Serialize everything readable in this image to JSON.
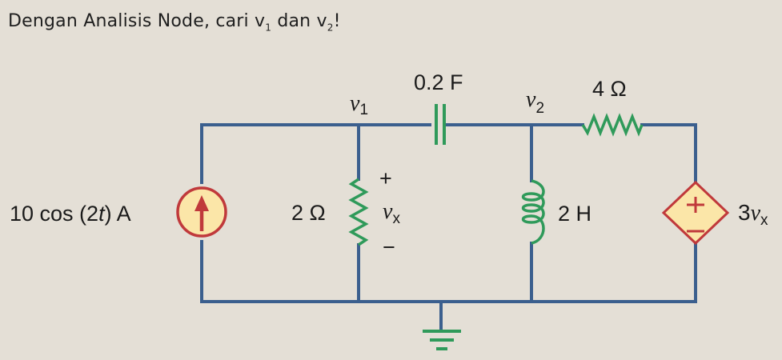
{
  "problem": {
    "text_before_v1": "Dengan Analisis Node, cari v",
    "v1_sub": "1",
    "text_mid": " dan v",
    "v2_sub": "2",
    "text_end": "!"
  },
  "circuit": {
    "colors": {
      "wire": "#3b5f8e",
      "passive": "#2f9a5a",
      "source_fill": "#fbe6a8",
      "source_stroke": "#c0393b",
      "background": "#e4dfd6"
    },
    "current_source": {
      "label": "10 cos (2",
      "label_t": "t",
      "label_end": ") A"
    },
    "resistor_2": {
      "label": "2 Ω"
    },
    "vx": {
      "plus": "+",
      "symbol": "v",
      "sub": "x",
      "minus": "−"
    },
    "node1": {
      "symbol": "v",
      "sub": "1"
    },
    "capacitor": {
      "label": "0.2 F"
    },
    "node2": {
      "symbol": "v",
      "sub": "2"
    },
    "resistor_4": {
      "label": "4 Ω"
    },
    "inductor": {
      "label": "2 H"
    },
    "dependent_source": {
      "coef": "3",
      "symbol": "v",
      "sub": "x",
      "plus": "+",
      "minus": "−"
    }
  }
}
